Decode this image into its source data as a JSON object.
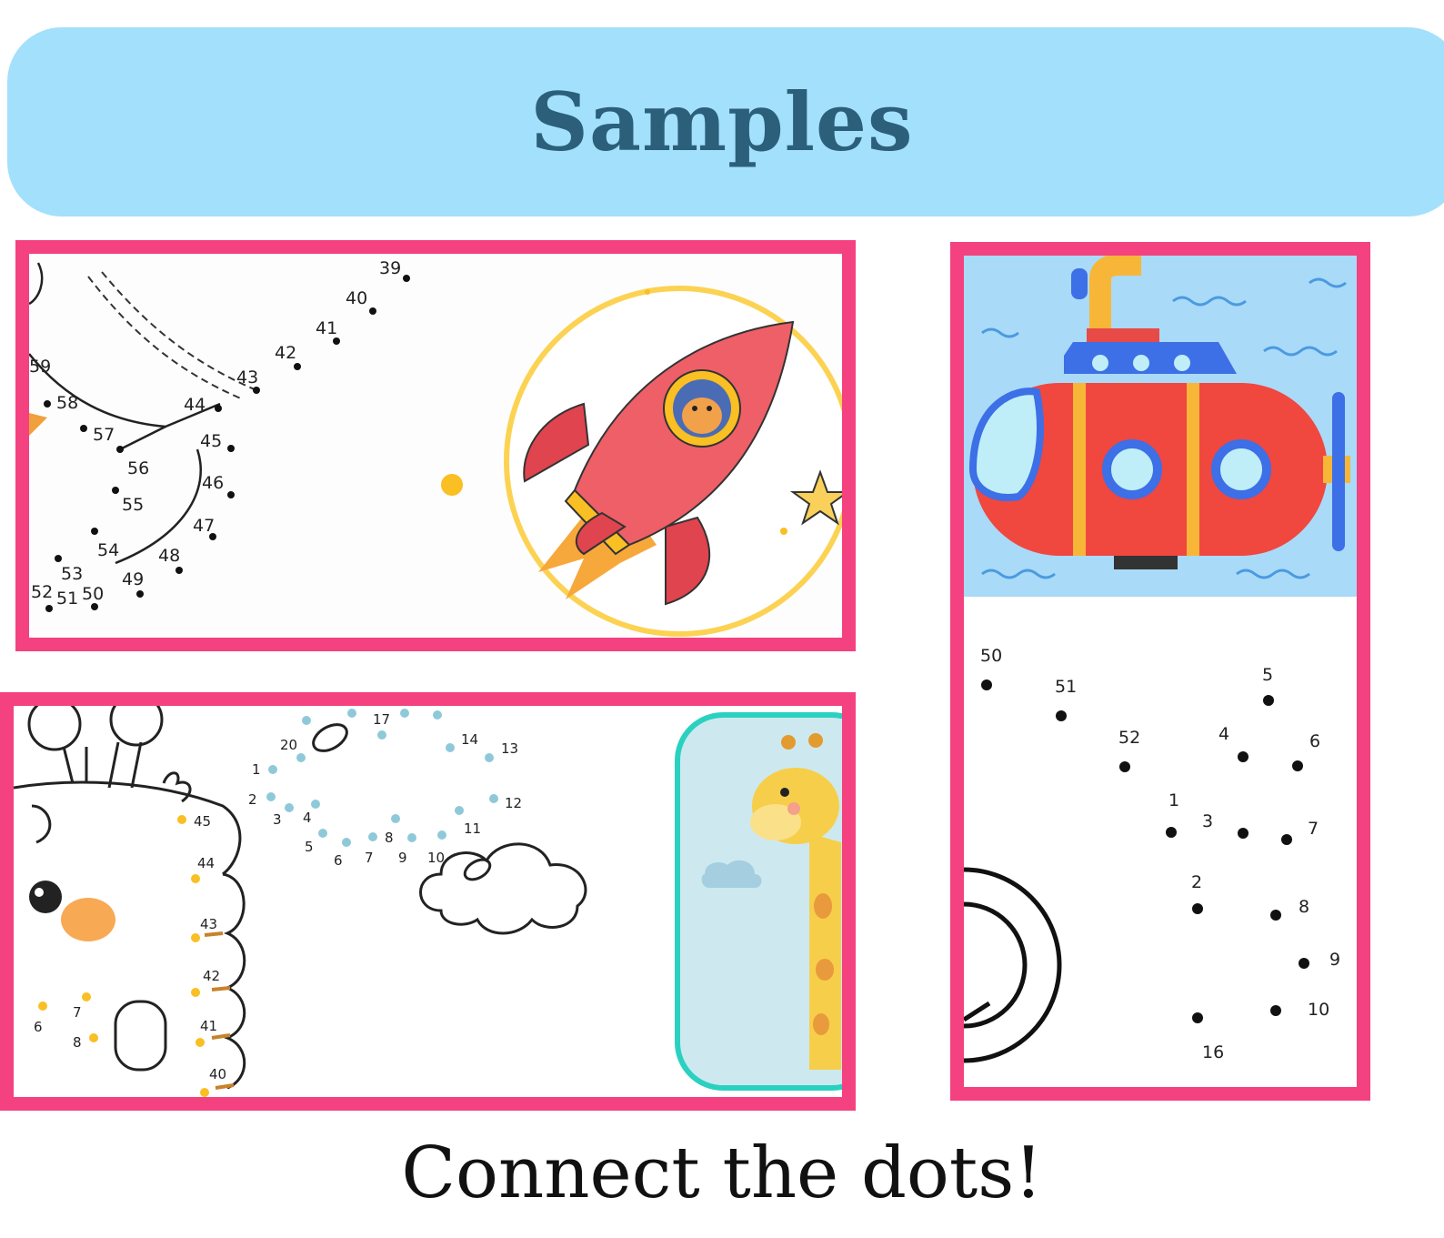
{
  "header": {
    "title": "Samples"
  },
  "caption": "Connect the dots!",
  "colors": {
    "banner": "#a3e0fc",
    "title": "#2b5f7a",
    "frame": "#f4417f"
  },
  "rocket_sheet": {
    "numbers": [
      "39",
      "40",
      "41",
      "42",
      "43",
      "44",
      "45",
      "46",
      "47",
      "48",
      "49",
      "50",
      "51",
      "52",
      "53",
      "54",
      "55",
      "56",
      "57",
      "58",
      "59"
    ]
  },
  "giraffe_sheet": {
    "numbers": [
      "1",
      "2",
      "3",
      "4",
      "5",
      "6",
      "7",
      "8",
      "9",
      "10",
      "11",
      "12",
      "13",
      "14",
      "17",
      "20",
      "40",
      "41",
      "42",
      "43",
      "44",
      "45",
      "6",
      "7",
      "8"
    ]
  },
  "submarine_sheet": {
    "numbers": [
      "50",
      "51",
      "52",
      "1",
      "2",
      "3",
      "4",
      "5",
      "6",
      "7",
      "8",
      "9",
      "10",
      "16"
    ]
  }
}
